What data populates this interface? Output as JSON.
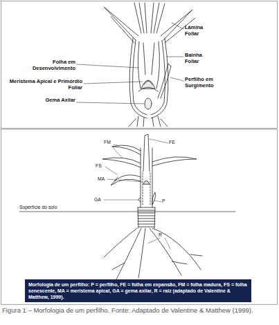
{
  "diagram": {
    "caption": "Figura 1 – Morfologia de um perfilho. Fonte: Adaptado de Valentine & Matthew (1999).",
    "nodes": [
      {
        "text": [
          "Morfologia de um perfilho: P = perfilho, FE = folha em expansão, FM = folha madura, FS = folha senescente, MA = meristema apical, GA = gema axilar, R = raiz (adaptado de Valentine & Matthew, 1999)."
        ]
      }
    ],
    "labels": [
      "Lâmina Foliar",
      "Bainha Foliar",
      "Folha em Desenvolvimento",
      "Meristema Apical e Primórdio Foliar",
      "Perfilho em Surgimento",
      "Gema Axilar",
      "FM",
      "FE",
      "FS",
      "MA",
      "GA",
      "P",
      "Superfície do solo",
      "R"
    ]
  }
}
